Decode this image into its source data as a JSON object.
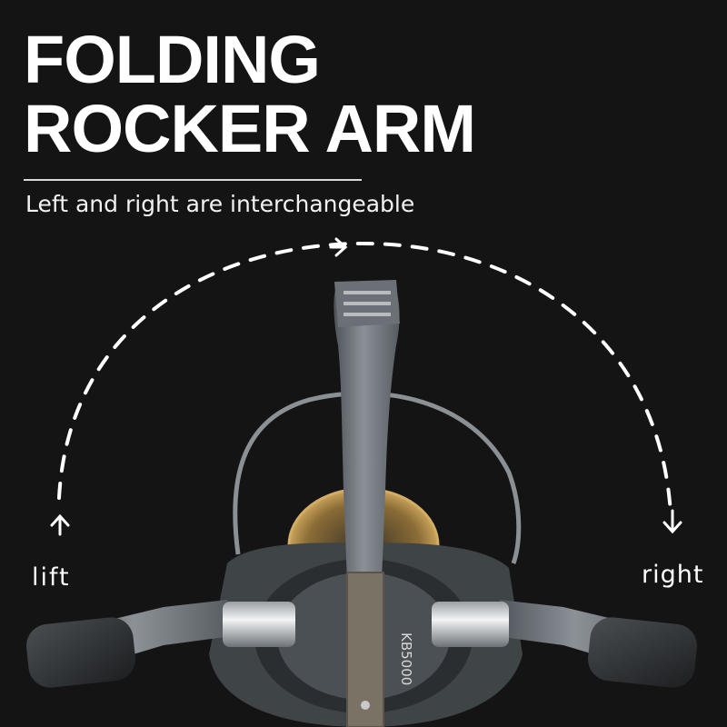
{
  "title": {
    "line1": "FOLDING",
    "line2": "ROCKER ARM"
  },
  "subtitle": "Left and right are interchangeable",
  "labels": {
    "left": "lift",
    "right": "right"
  },
  "reel_model": "KB5000",
  "colors": {
    "background": "#141414",
    "text": "#ffffff",
    "reel_body": "#6f757a",
    "spool_gold": "#b8924a",
    "knob": "#2c2f31"
  }
}
